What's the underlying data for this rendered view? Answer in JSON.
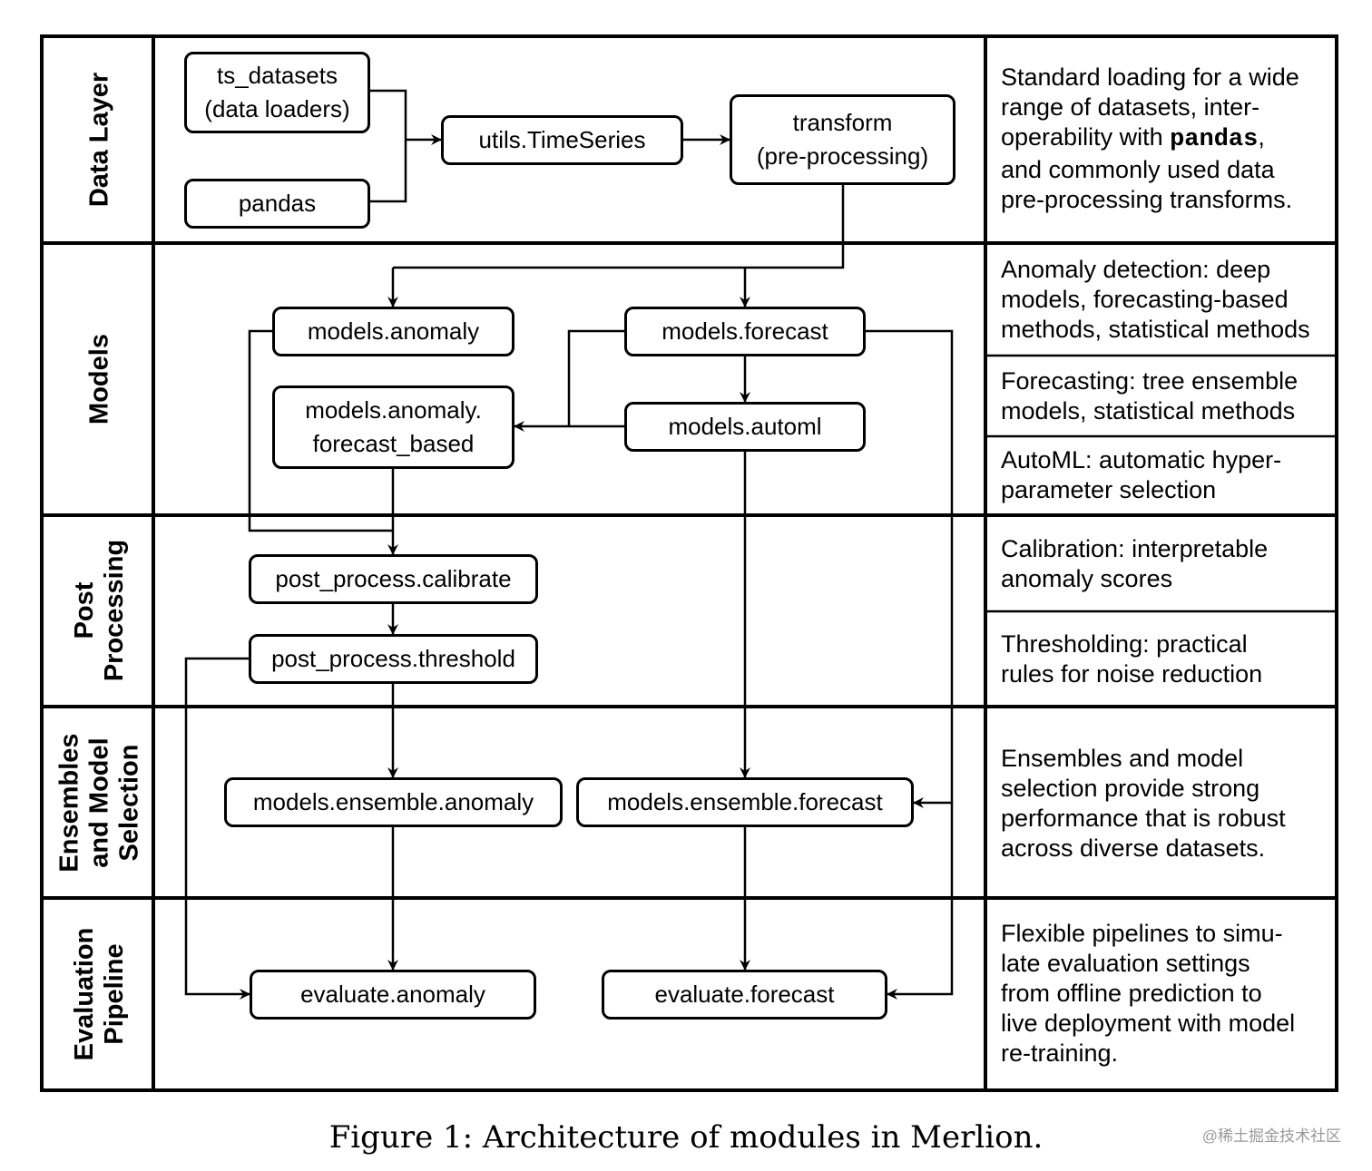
{
  "layers": {
    "data_layer": "Data Layer",
    "models": "Models",
    "post_processing_1": "Post",
    "post_processing_2": "Processing",
    "ensembles_1": "Ensembles",
    "ensembles_2": "and Model",
    "ensembles_3": "Selection",
    "evaluation_1": "Evaluation",
    "evaluation_2": "Pipeline"
  },
  "nodes": {
    "ts_datasets_1": "ts_datasets",
    "ts_datasets_2": "(data loaders)",
    "pandas": "pandas",
    "utils_timeseries": "utils.TimeSeries",
    "transform_1": "transform",
    "transform_2": "(pre-processing)",
    "models_anomaly": "models.anomaly",
    "models_forecast": "models.forecast",
    "models_anomaly_fb_1": "models.anomaly.",
    "models_anomaly_fb_2": "forecast_based",
    "models_automl": "models.automl",
    "post_process_calibrate": "post_process.calibrate",
    "post_process_threshold": "post_process.threshold",
    "ensemble_anomaly": "models.ensemble.anomaly",
    "ensemble_forecast": "models.ensemble.forecast",
    "evaluate_anomaly": "evaluate.anomaly",
    "evaluate_forecast": "evaluate.forecast"
  },
  "descriptions": {
    "data_1": "Standard loading for a wide",
    "data_2": "range of datasets, inter-",
    "data_3a": "operability with ",
    "data_3b": "pandas",
    "data_3c": ",",
    "data_4": "and commonly used data",
    "data_5": "pre-processing transforms.",
    "anomaly_1": "Anomaly detection: deep",
    "anomaly_2": "models, forecasting-based",
    "anomaly_3": "methods, statistical methods",
    "forecast_1": "Forecasting: tree ensemble",
    "forecast_2": "models, statistical methods",
    "automl_1": "AutoML: automatic hyper-",
    "automl_2": "parameter selection",
    "calibration_1": "Calibration: interpretable",
    "calibration_2": "anomaly scores",
    "threshold_1": "Thresholding: practical",
    "threshold_2": "rules for noise reduction",
    "ensembles_1": "Ensembles and model",
    "ensembles_2": "selection provide strong",
    "ensembles_3": "performance that is robust",
    "ensembles_4": "across diverse datasets.",
    "eval_1": "Flexible pipelines to simu-",
    "eval_2": "late evaluation settings",
    "eval_3": "from offline prediction to",
    "eval_4": "live deployment with model",
    "eval_5": "re-training."
  },
  "caption": "Figure 1:  Architecture of modules in Merlion.",
  "watermark": "@稀土掘金技术社区"
}
